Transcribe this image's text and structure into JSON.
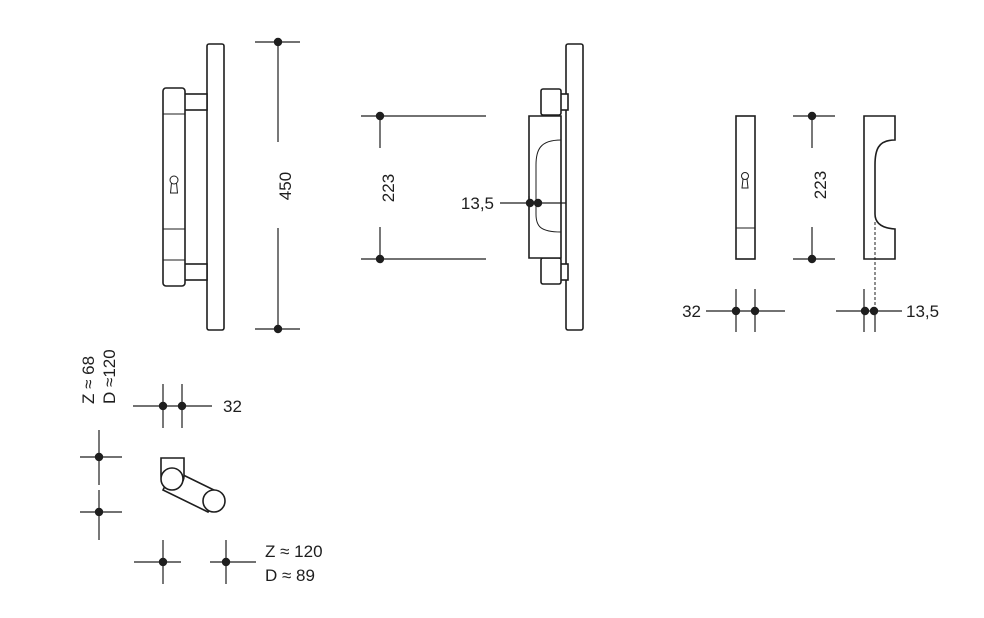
{
  "dimensions": {
    "front_height": "450",
    "side_length": "223",
    "side_offset": "13,5",
    "small_length": "223",
    "small_width": "32",
    "small_offset": "13,5",
    "plan_width": "32",
    "plan_z_top": "Z ≈  68",
    "plan_d_top": "D ≈120",
    "plan_z_bottom": "Z ≈ 120",
    "plan_d_bottom": "D ≈   89"
  },
  "colors": {
    "line": "#1e1e1e",
    "background": "#ffffff"
  }
}
